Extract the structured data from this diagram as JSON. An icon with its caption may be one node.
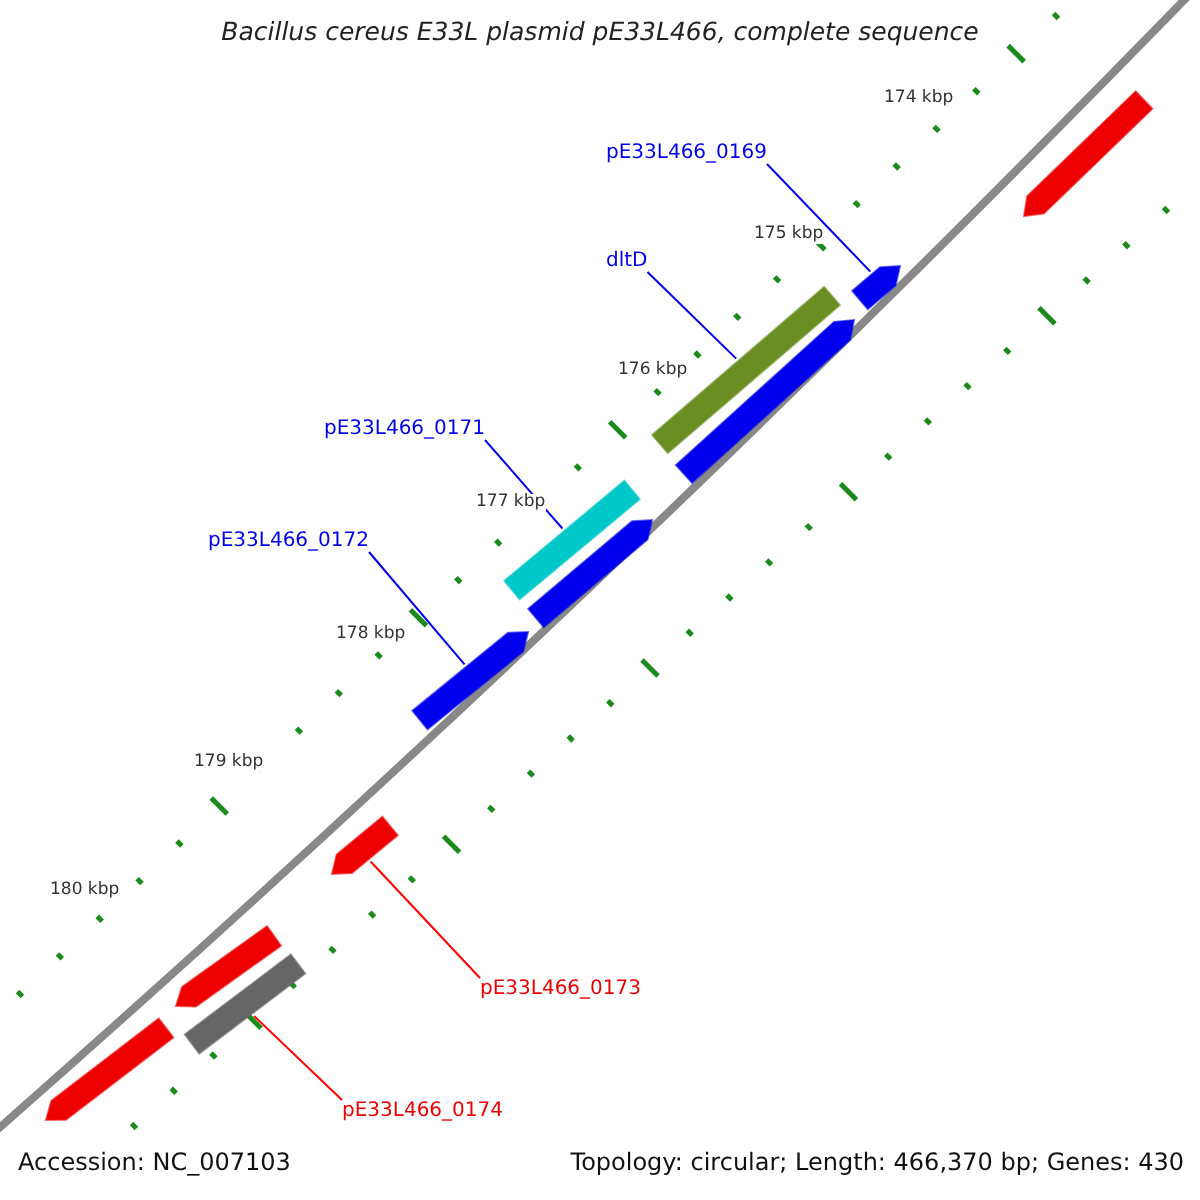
{
  "diagram": {
    "title": "Bacillus cereus E33L plasmid pE33L466, complete sequence",
    "nodes": [
      {
        "text": [
          "pE33L466_0169"
        ]
      },
      {
        "text": [],
        "shape": "arrow"
      },
      {
        "text": [],
        "shape": "arrow"
      },
      {
        "text": [
          "dltD"
        ]
      },
      {
        "text": [],
        "shape": "bar"
      },
      {
        "text": [],
        "shape": "arrow"
      },
      {
        "text": [
          "pE33L466_0171"
        ]
      },
      {
        "text": [],
        "shape": "bar"
      },
      {
        "text": [],
        "shape": "arrow"
      },
      {
        "text": [
          "pE33L466_0172"
        ]
      },
      {
        "text": [],
        "shape": "arrow"
      },
      {
        "text": [],
        "shape": "arrow"
      },
      {
        "text": [],
        "shape": "arrow"
      },
      {
        "text": [
          "pE33L466_0173"
        ]
      },
      {
        "text": [],
        "shape": "bar"
      },
      {
        "text": [],
        "shape": "arrow"
      },
      {
        "text": [
          "pE33L466_0174"
        ]
      }
    ],
    "edges": [
      {
        "from": 0,
        "to": 2,
        "arrow": "none"
      },
      {
        "from": 3,
        "to": 4,
        "arrow": "none"
      },
      {
        "from": 6,
        "to": 7,
        "arrow": "none"
      },
      {
        "from": 9,
        "to": 10,
        "arrow": "none"
      },
      {
        "from": 13,
        "to": 11,
        "arrow": "none",
        "color": "#ff0000"
      },
      {
        "from": 16,
        "to": 14,
        "arrow": "none",
        "color": "#ff0000"
      }
    ],
    "labels": [
      "174 kbp",
      "175 kbp",
      "176 kbp",
      "177 kbp",
      "178 kbp",
      "179 kbp",
      "180 kbp",
      "Accession: NC_007103",
      "Topology: circular; Length: 466,370 bp; Genes: 430"
    ]
  }
}
